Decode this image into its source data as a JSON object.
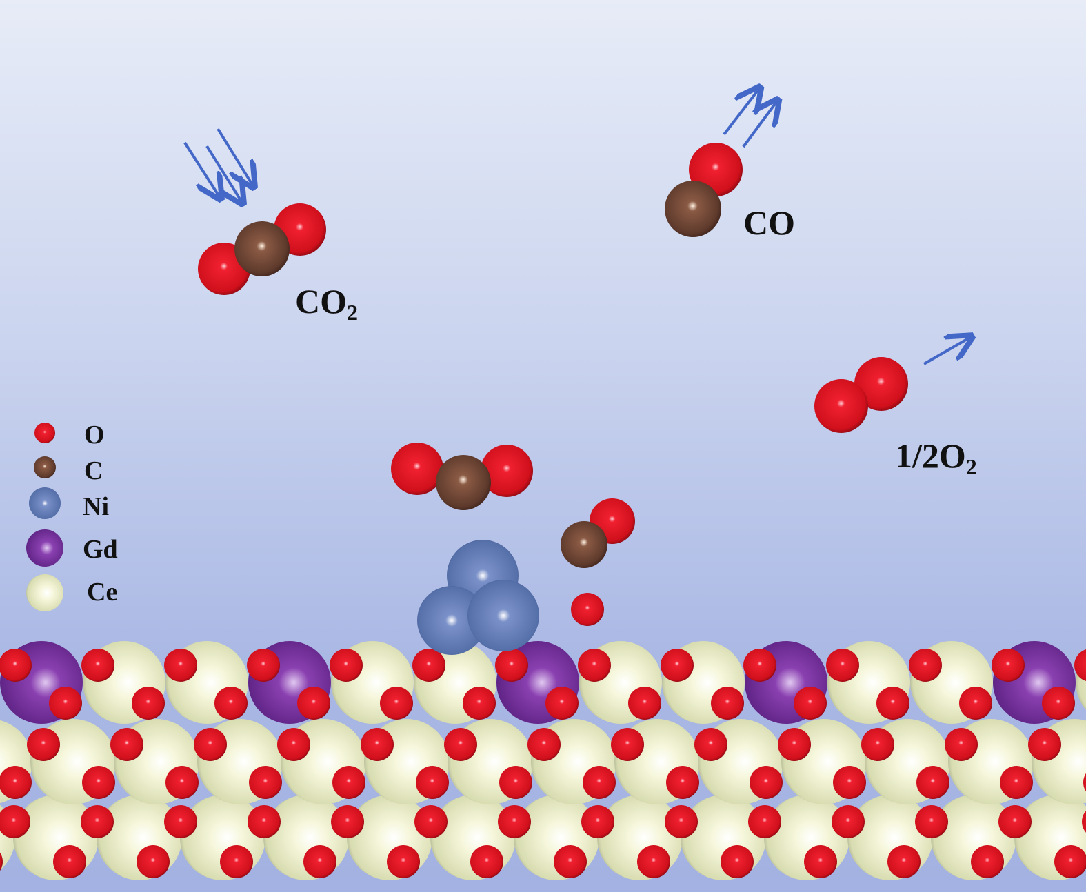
{
  "labels": {
    "co2": {
      "main": "CO",
      "sub": "2"
    },
    "co": {
      "main": "CO"
    },
    "o2": {
      "main": "1/2O",
      "sub": "2"
    }
  },
  "legend": [
    {
      "symbol": "O",
      "color": "#e01020"
    },
    {
      "symbol": "C",
      "color": "#6b4030"
    },
    {
      "symbol": "Ni",
      "color": "#5a74b0"
    },
    {
      "symbol": "Gd",
      "color": "#7b30a0"
    },
    {
      "symbol": "Ce",
      "color": "#eef0c8"
    }
  ],
  "colors": {
    "arrow": "#4468c8"
  }
}
